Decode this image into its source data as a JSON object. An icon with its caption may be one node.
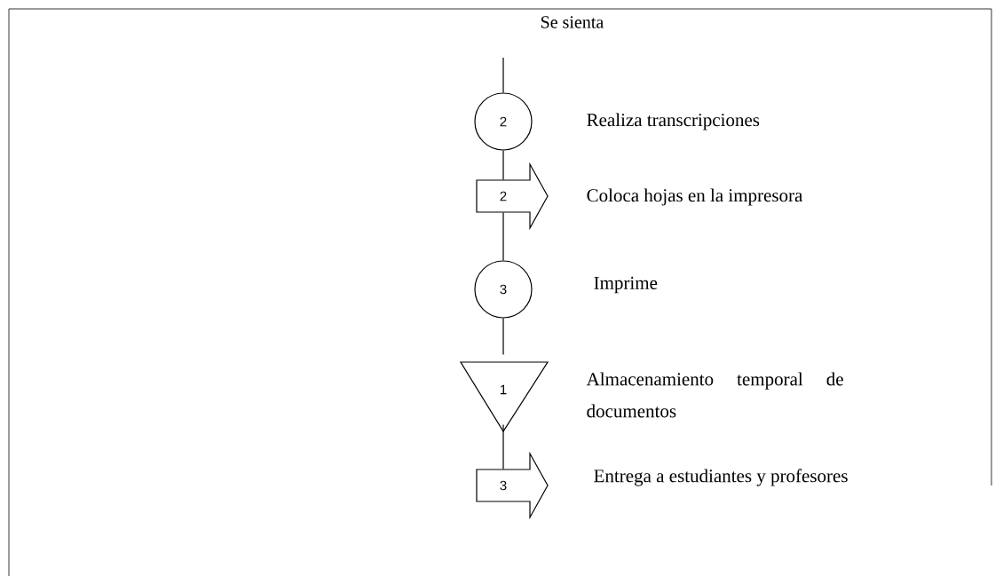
{
  "diagram": {
    "nodes": [
      {
        "text": [
          "2"
        ],
        "beside": [
          "Realiza transcripciones"
        ]
      },
      {
        "text": [
          "2"
        ],
        "beside": [
          "Coloca hojas en la impresora"
        ]
      },
      {
        "text": [
          "3"
        ],
        "beside": [
          "Imprime"
        ]
      },
      {
        "text": [
          "1"
        ],
        "beside": [
          "Almacenamiento temporal de documentos"
        ]
      },
      {
        "text": [
          "3"
        ],
        "beside": [
          "Entrega a estudiantes y profesores"
        ]
      }
    ],
    "edges": [
      {
        "from": null,
        "to": 0,
        "arrow": "none"
      },
      {
        "from": 0,
        "to": 1,
        "arrow": "none"
      },
      {
        "from": 1,
        "to": 2,
        "arrow": "none"
      },
      {
        "from": 2,
        "to": 3,
        "arrow": "none"
      },
      {
        "from": 3,
        "to": 4,
        "arrow": "none"
      }
    ],
    "labels": [
      "Se sienta"
    ]
  }
}
